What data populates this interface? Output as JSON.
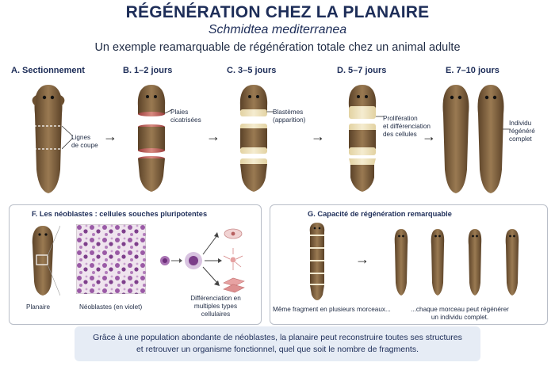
{
  "header": {
    "title": "RÉGÉNÉRATION CHEZ LA PLANAIRE",
    "species": "Schmidtea mediterranea",
    "tagline": "Un exemple reamarquable de régénération totale chez un animal adulte"
  },
  "steps": [
    {
      "label": "A. Sectionnement",
      "annotation": [
        "Lignes",
        "de coupe"
      ]
    },
    {
      "label": "B. 1–2 jours",
      "annotation": [
        "Plaies",
        "cicatrisées"
      ]
    },
    {
      "label": "C. 3–5 jours",
      "annotation": [
        "Blastèmes",
        "(apparition)"
      ]
    },
    {
      "label": "D. 5–7 jours",
      "annotation": [
        "Prolifération",
        "et différenciation",
        "des cellules"
      ]
    },
    {
      "label": "E. 7–10 jours",
      "annotation": [
        "Individu",
        "régénéré",
        "complet"
      ]
    }
  ],
  "panel_f": {
    "title": "F. Les néoblastes : cellules souches pluripotentes",
    "planaire_label": "Planaire",
    "neoblast_label": "Néoblastes (en violet)",
    "differentiation_label": [
      "Différenciation en",
      "multiples types cellulaires"
    ]
  },
  "panel_g": {
    "title": "G. Capacité de régénération remarquable",
    "fragment_label": "Même fragment en plusieurs morceaux...",
    "result_label": [
      "...chaque morceau peut régénérer",
      "un individu complet."
    ]
  },
  "footer": {
    "line1": "Grâce à une population abondante de néoblastes, la planaire peut reconstruire toutes ses structures",
    "line2": "et retrouver un organisme fonctionnel, quel que soit le nombre de fragments."
  },
  "colors": {
    "title": "#1d2d58",
    "worm_body": "#8a6a45",
    "worm_dark": "#5a4126",
    "wound": "#b04a4a",
    "blastema": "#efe3bd",
    "neoblast": "#8e4a9a",
    "note_bg": "#e6ecf5"
  }
}
